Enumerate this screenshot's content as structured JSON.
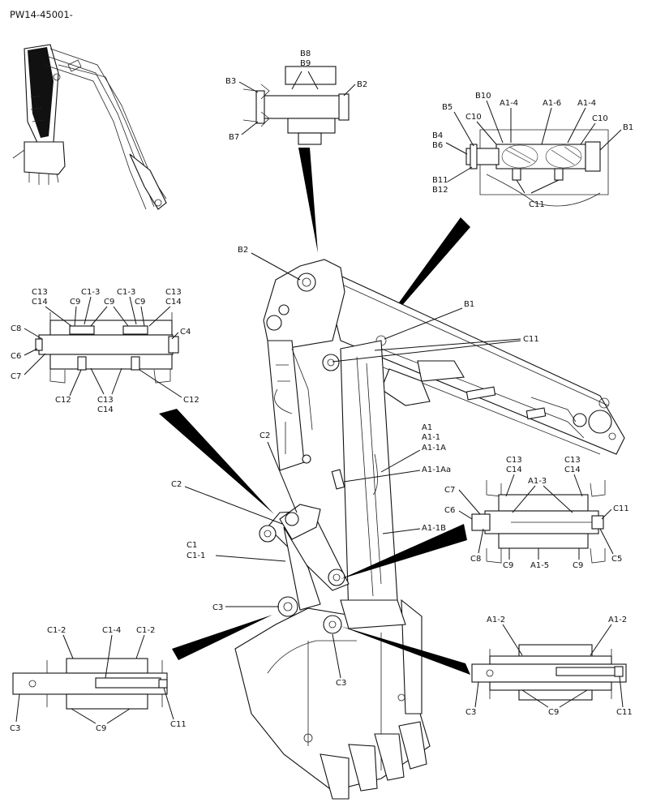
{
  "header": {
    "serial": "PW14-45001-"
  },
  "labels": {
    "b8": "B8",
    "b9": "B9",
    "b3": "B3",
    "b2": "B2",
    "b7": "B7",
    "b10": "B10",
    "b5": "B5",
    "a1_4a": "A1-4",
    "a1_6": "A1-6",
    "a1_4b": "A1-4",
    "c10a": "C10",
    "c10b": "C10",
    "b1": "B1",
    "b4": "B4",
    "b6": "B6",
    "b11": "B11",
    "b12": "B12",
    "c11_top": "C11",
    "b2_main": "B2",
    "b1_main": "B1",
    "c11_main": "C11",
    "c13_l1": "C13",
    "c14_l1": "C14",
    "c1_3a": "C1-3",
    "c9_l1": "C9",
    "c9_l2": "C9",
    "c1_3b": "C1-3",
    "c9_l3": "C9",
    "c13_l2": "C13",
    "c14_l2": "C14",
    "c8_l": "C8",
    "c4_l": "C4",
    "c6_l": "C6",
    "c7_l": "C7",
    "c12_l1": "C12",
    "c13_l3": "C13",
    "c14_l3": "C14",
    "c12_l2": "C12",
    "a1": "A1",
    "a1_1": "A1-1",
    "a1_1a": "A1-1A",
    "a1_1aa": "A1-1Aa",
    "a1_1b": "A1-1B",
    "c2_a": "C2",
    "c2_b": "C2",
    "c1": "C1",
    "c1_1": "C1-1",
    "c3_main": "C3",
    "c3_bottom": "C3",
    "c13_r1": "C13",
    "c14_r1": "C14",
    "a1_3": "A1-3",
    "c13_r2": "C13",
    "c14_r2": "C14",
    "c7_r": "C7",
    "c6_r": "C6",
    "c11_r": "C11",
    "c8_r": "C8",
    "c9_r1": "C9",
    "a1_5": "A1-5",
    "c9_r2": "C9",
    "c5_r": "C5",
    "c1_2a": "C1-2",
    "c1_4": "C1-4",
    "c1_2b": "C1-2",
    "c3_bl": "C3",
    "c9_bl": "C9",
    "c11_bl": "C11",
    "a1_2a": "A1-2",
    "a1_2b": "A1-2",
    "c3_br": "C3",
    "c9_br": "C9",
    "c11_br": "C11"
  }
}
